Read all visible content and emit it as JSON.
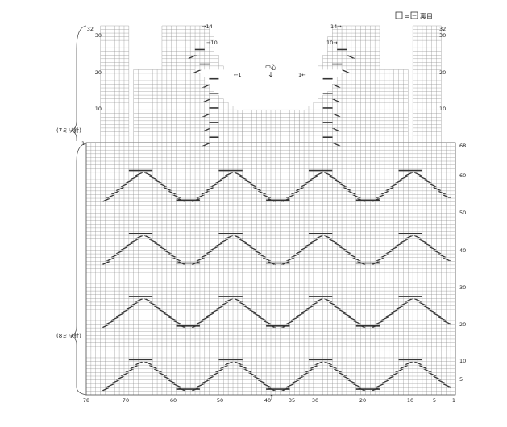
{
  "legend": {
    "text": "裏目",
    "key_symbol": "□",
    "equals": "=",
    "alt_symbol": "—"
  },
  "needle_labels": {
    "upper": "(7ミリ針)",
    "lower": "(8ミリ針)"
  },
  "center_label": "中心",
  "bottom_axis": {
    "ticks": [
      "78",
      "70",
      "60",
      "50",
      "40",
      "35",
      "30",
      "20",
      "10",
      "5",
      "1"
    ],
    "range": [
      78,
      1
    ]
  },
  "body_rows": {
    "ticks": [
      "5",
      "10",
      "20",
      "30",
      "40",
      "50",
      "60",
      "68"
    ],
    "range": [
      1,
      68
    ]
  },
  "yoke_rows_left": {
    "ticks": [
      "32",
      "30",
      "20",
      "10"
    ],
    "range": [
      1,
      32
    ]
  },
  "yoke_rows_right": {
    "ticks": [
      "32",
      "30",
      "20",
      "10"
    ],
    "range": [
      1,
      32
    ]
  },
  "yoke_start_marker": "1",
  "decrease_annotations": [
    {
      "text": "→14"
    },
    {
      "text": "→10"
    },
    {
      "text": "←1"
    },
    {
      "text": "1←"
    },
    {
      "text": "14→"
    },
    {
      "text": "10→"
    }
  ],
  "colors": {
    "grid": "#8a8a8a",
    "ink": "#333333",
    "background": "#ffffff"
  }
}
